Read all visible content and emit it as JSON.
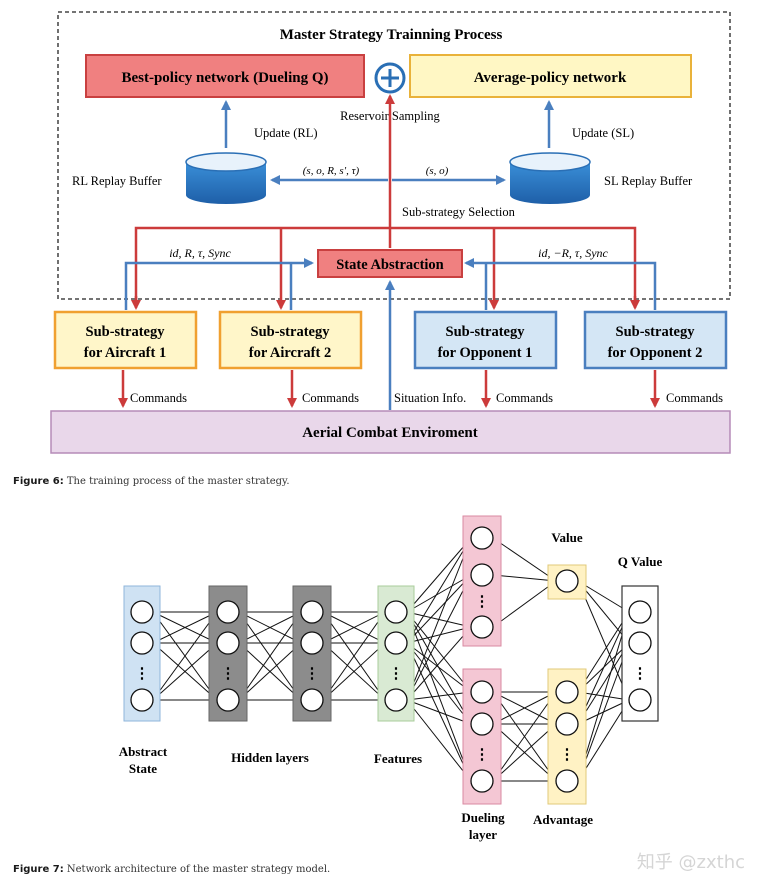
{
  "figure6": {
    "title": "Master Strategy Trainning Process",
    "best_policy": "Best-policy network (Dueling Q)",
    "average_policy": "Average-policy network",
    "reservoir_sampling": "Reservoir Sampling",
    "update_rl": "Update (RL)",
    "update_sl": "Update (SL)",
    "rl_buffer": "RL Replay Buffer",
    "sl_buffer": "SL Replay Buffer",
    "rl_tuple": "(s, o, R, s′, τ)",
    "sl_tuple": "(s, o)",
    "sub_strategy_selection": "Sub-strategy Selection",
    "state_abstraction": "State Abstraction",
    "left_signal": "id, R, τ, Sync",
    "right_signal": "id, −R, τ, Sync",
    "aircraft1_line1": "Sub-strategy",
    "aircraft1_line2": "for Aircraft 1",
    "aircraft2_line1": "Sub-strategy",
    "aircraft2_line2": "for Aircraft 2",
    "opponent1_line1": "Sub-strategy",
    "opponent1_line2": "for Opponent 1",
    "opponent2_line1": "Sub-strategy",
    "opponent2_line2": "for Opponent 2",
    "commands": "Commands",
    "situation_info": "Situation Info.",
    "environment": "Aerial Combat Enviroment",
    "caption_label": "Figure 6:",
    "caption_text": "The training process of the master strategy."
  },
  "figure7": {
    "abstract_state_line1": "Abstract",
    "abstract_state_line2": "State",
    "hidden_layers": "Hidden layers",
    "features": "Features",
    "dueling_line1": "Dueling",
    "dueling_line2": "layer",
    "value": "Value",
    "advantage": "Advantage",
    "q_value": "Q Value",
    "ellipsis": "⋮",
    "caption_label": "Figure 7:",
    "caption_text": "Network architecture of the master strategy model."
  },
  "watermark": "知乎 @zxthc",
  "colors": {
    "red_arrow": "#cc3b3b",
    "blue_arrow": "#4a7fbf",
    "best_policy_fill": "#f08080",
    "average_policy_fill": "#fff7c4",
    "aircraft_border": "#f0a030",
    "opponent_fill": "#d4e6f5",
    "environment_fill": "#e9d7ea"
  }
}
